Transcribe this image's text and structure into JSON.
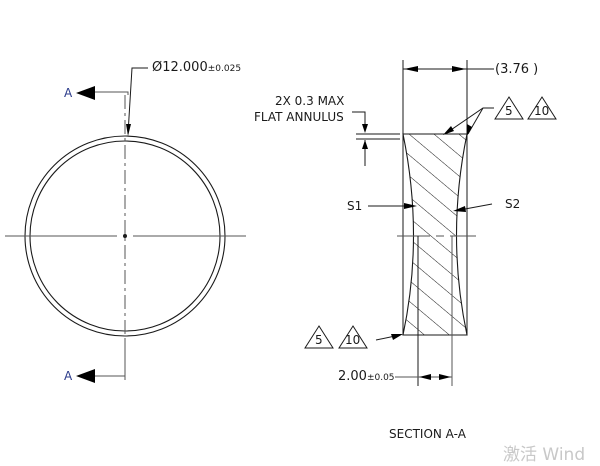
{
  "drawing": {
    "front_view": {
      "diameter_symbol": "Ø",
      "diameter_value": "12.000",
      "diameter_tolerance": "±0.025",
      "section_label_top": "A",
      "section_label_bottom": "A"
    },
    "section_view": {
      "title": "SECTION A-A",
      "overall_width": "(3.76 )",
      "annulus_note_line1": "2X 0.3 MAX",
      "annulus_note_line2": "FLAT ANNULUS",
      "surface_1": "S1",
      "surface_2": "S2",
      "center_thickness_value": "2.00",
      "center_thickness_tolerance": "±0.05",
      "surface_finish_top": [
        "5",
        "10"
      ],
      "surface_finish_bottom": [
        "5",
        "10"
      ]
    },
    "colors": {
      "line": "#1a1a1a",
      "centerline": "#555555",
      "section_label": "#2a3a8a"
    }
  },
  "watermark": {
    "text": "激活 Wind"
  }
}
